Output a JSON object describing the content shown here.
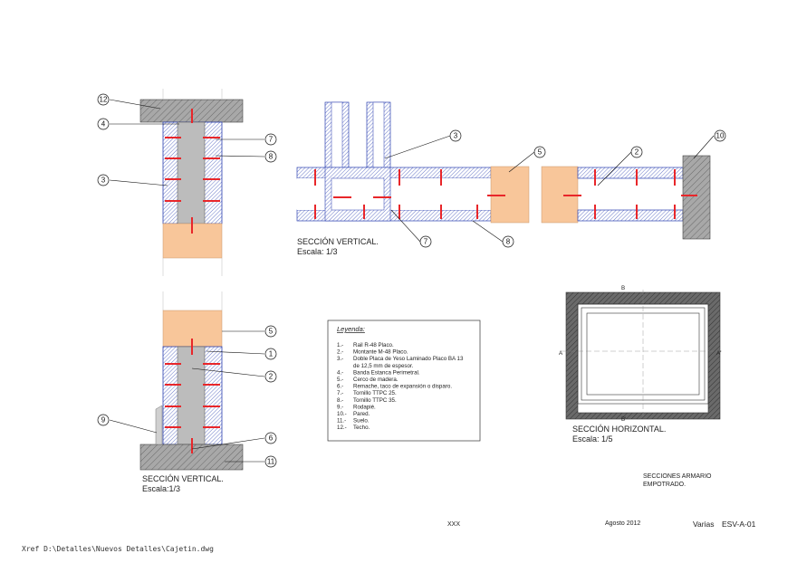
{
  "callouts": {
    "top_left": [
      "12",
      "4",
      "3",
      "7",
      "8"
    ],
    "top_right": [
      "3",
      "5",
      "2",
      "10",
      "7",
      "8"
    ],
    "bottom_left": [
      "5",
      "1",
      "2",
      "9",
      "6",
      "11"
    ]
  },
  "captions": {
    "top_left_section": "",
    "top_right_title": "SECCIÓN VERTICAL.",
    "top_right_scale": "Escala: 1/3",
    "bottom_left_title": "SECCIÓN VERTICAL.",
    "bottom_left_scale": "Escala:1/3",
    "horizontal_title": "SECCIÓN HORIZONTAL.",
    "horizontal_scale": "Escala: 1/5"
  },
  "section_marks": {
    "top": "B",
    "bottom": "B'",
    "left": "A",
    "right": "A'"
  },
  "legend": {
    "title": "Leyenda:",
    "items": [
      {
        "num": "1.-",
        "text": "Rail R-48 Placo."
      },
      {
        "num": "2.-",
        "text": "Montante M-48 Placo."
      },
      {
        "num": "3.-",
        "text": "Doble Placa de Yeso Laminado Placo BA 13"
      },
      {
        "num": "",
        "text": "de 12,5 mm de espesor."
      },
      {
        "num": "4.-",
        "text": "Banda Estanca Perimetral."
      },
      {
        "num": "5.-",
        "text": "Cerco de madera."
      },
      {
        "num": "6.-",
        "text": "Remache, taco de expansión o disparo."
      },
      {
        "num": "7.-",
        "text": "Tornillo TTPC 25."
      },
      {
        "num": "8.-",
        "text": "Tornillo TTPC 35."
      },
      {
        "num": "9.-",
        "text": "Rodapié."
      },
      {
        "num": "10.-",
        "text": "Pared."
      },
      {
        "num": "11.-",
        "text": "Suelo."
      },
      {
        "num": "12.-",
        "text": "Techo."
      }
    ]
  },
  "title_block": {
    "drawing_title_1": "SECCIONES ARMARIO",
    "drawing_title_2": "EMPOTRADO.",
    "xxx": "XXX",
    "date": "Agosto 2012",
    "sheet": "Varias",
    "code": "ESV-A-01",
    "xref": "Xref D:\\Detalles\\Nuevos Detalles\\Cajetin.dwg"
  },
  "colors": {
    "board_blue": "#2a3fb0",
    "wood": "#f8c69a",
    "screw_red": "#e8262a",
    "wall_gray": "#9a9a9a",
    "stud_gray": "#bcbcbc",
    "dark_frame": "#555555"
  }
}
